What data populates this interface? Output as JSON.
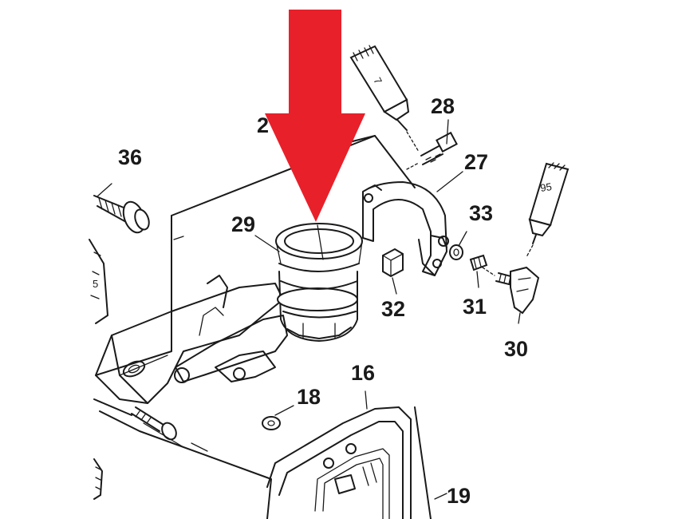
{
  "diagram": {
    "callouts": [
      {
        "id": "36",
        "text": "36"
      },
      {
        "id": "2x",
        "text": "2"
      },
      {
        "id": "29",
        "text": "29"
      },
      {
        "id": "28",
        "text": "28"
      },
      {
        "id": "27",
        "text": "27"
      },
      {
        "id": "33",
        "text": "33"
      },
      {
        "id": "32",
        "text": "32"
      },
      {
        "id": "31",
        "text": "31"
      },
      {
        "id": "30",
        "text": "30"
      },
      {
        "id": "16",
        "text": "16"
      },
      {
        "id": "18",
        "text": "18"
      },
      {
        "id": "19",
        "text": "19"
      },
      {
        "id": "side5",
        "text": "5"
      }
    ],
    "tubes": [
      {
        "id": "tube-7",
        "text": "7"
      },
      {
        "id": "tube-95",
        "text": "95"
      }
    ],
    "arrow": {
      "color": "#e8202a",
      "target_part": "29"
    },
    "line_color": "#1a1a1a"
  }
}
